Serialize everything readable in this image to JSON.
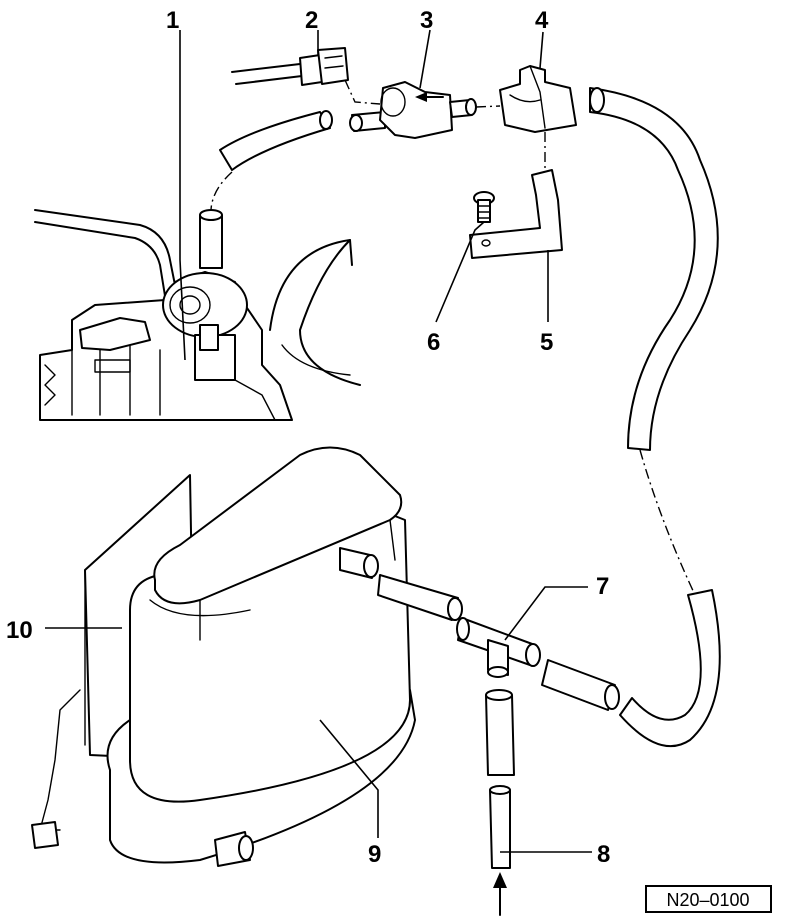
{
  "labels": {
    "l1": "1",
    "l2": "2",
    "l3": "3",
    "l4": "4",
    "l5": "5",
    "l6": "6",
    "l7": "7",
    "l8": "8",
    "l9": "9",
    "l10": "10"
  },
  "reference": "N20–0100"
}
